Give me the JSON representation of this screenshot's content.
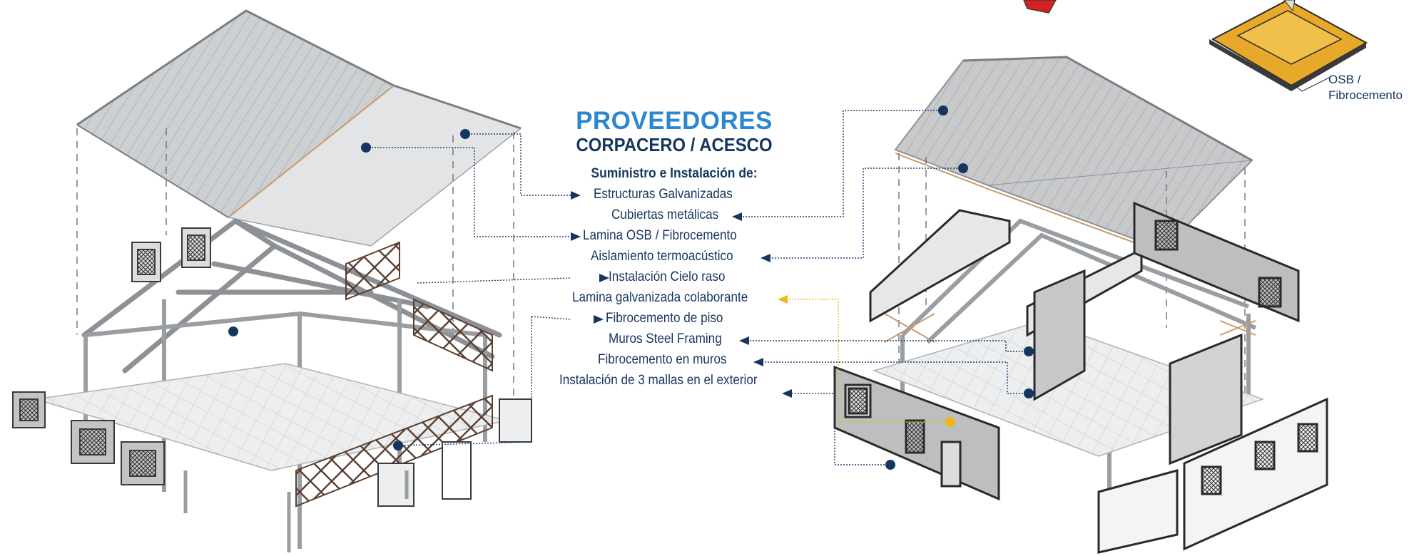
{
  "title": "PROVEEDORES",
  "subtitle": "CORPACERO / ACESCO",
  "heading": "Suministro e Instalación de:",
  "items": [
    "Estructuras Galvanizadas",
    "Cubiertas metálicas",
    "Lamina OSB / Fibrocemento",
    "Aislamiento termoacústico",
    "Instalación Cielo raso",
    "Lamina galvanizada colaborante",
    "Fibrocemento de piso",
    "Muros Steel Framing",
    "Fibrocemento en muros",
    "Instalación de 3 mallas en el exterior"
  ],
  "corner_label": [
    "OSB /",
    "Fibrocemento"
  ],
  "colors": {
    "title": "#2e86cf",
    "text": "#16365f",
    "leader": "#1b3f6e",
    "highlight": "#f2b619",
    "osb": "#e8a92a",
    "frame": "#8d9196",
    "panel": "#b9babc",
    "wood": "#5a4030"
  }
}
